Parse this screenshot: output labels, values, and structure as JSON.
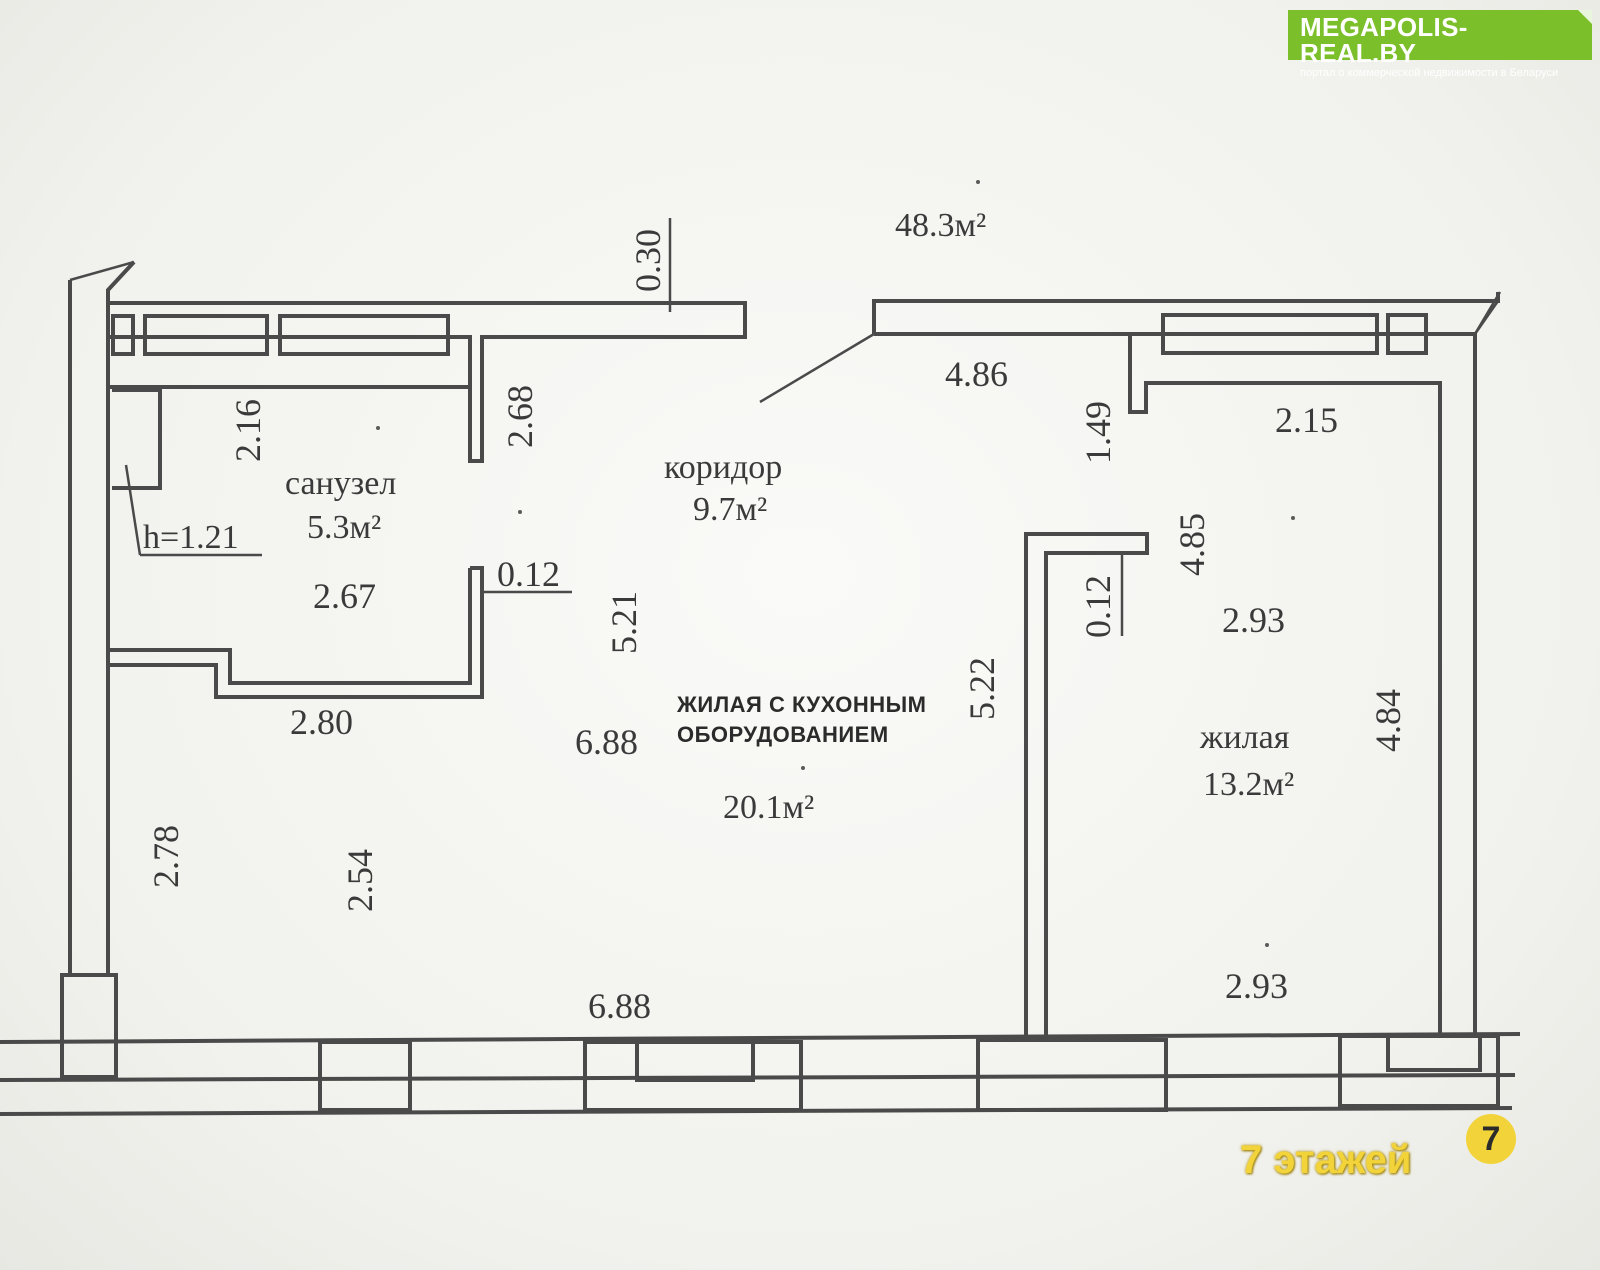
{
  "brand": {
    "name": "MEGAPOLIS-REAL.BY",
    "tagline": "портал о коммерческой недвижимости в Беларуси"
  },
  "total_area": "48.3м²",
  "rooms": {
    "bathroom": {
      "name": "санузел",
      "area": "5.3м²"
    },
    "corridor": {
      "name": "коридор",
      "area": "9.7м²"
    },
    "kitchen_living": {
      "name_line1": "ЖИЛАЯ С КУХОННЫМ",
      "name_line2": "ОБОРУДОВАНИЕМ",
      "area": "20.1м²"
    },
    "living": {
      "name": "жилая",
      "area": "13.2м²"
    }
  },
  "bath_height": "h=1.21",
  "dimensions": {
    "d030": "0.30",
    "d216": "2.16",
    "d268": "2.68",
    "d267": "2.67",
    "d012a": "0.12",
    "d521": "5.21",
    "d280": "2.80",
    "d688a": "6.88",
    "d278": "2.78",
    "d254": "2.54",
    "d688b": "6.88",
    "d486": "4.86",
    "d149": "1.49",
    "d215": "2.15",
    "d485": "4.85",
    "d012b": "0.12",
    "d522": "5.22",
    "d293a": "2.93",
    "d484": "4.84",
    "d293b": "2.93"
  },
  "floors": {
    "label": "7 этажей",
    "badge": "7"
  },
  "colors": {
    "brand_green": "#7bbf2a",
    "badge_yellow": "#f2d43a",
    "wall": "#4a4a4a"
  }
}
